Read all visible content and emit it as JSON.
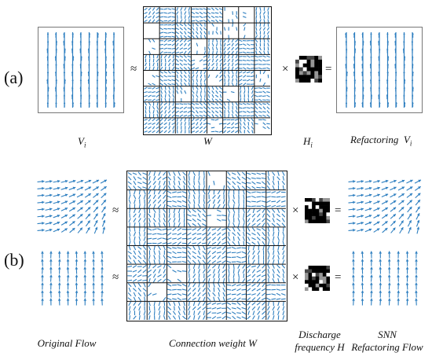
{
  "panel_a": {
    "label": "(a)",
    "op_approx": "≈",
    "op_times": "×",
    "op_equals": "=",
    "var_v": "V",
    "var_v_sub": "i",
    "var_w": "W",
    "var_h": "H",
    "var_h_sub": "i",
    "refactor_label": "Refactoring",
    "refactor_var": "V",
    "refactor_sub": "i"
  },
  "panel_b": {
    "label": "(b)",
    "op_approx": "≈",
    "op_times": "×",
    "op_equals": "=",
    "caption_original": "Original Flow",
    "caption_weight": "Connection weight W",
    "caption_discharge_line1": "Discharge",
    "caption_discharge_line2": "frequency H",
    "caption_snn_line1": "SNN",
    "caption_snn_line2": "Refactoring Flow"
  },
  "colors": {
    "arrow": "#2e7fc0",
    "grid": "#111111"
  }
}
